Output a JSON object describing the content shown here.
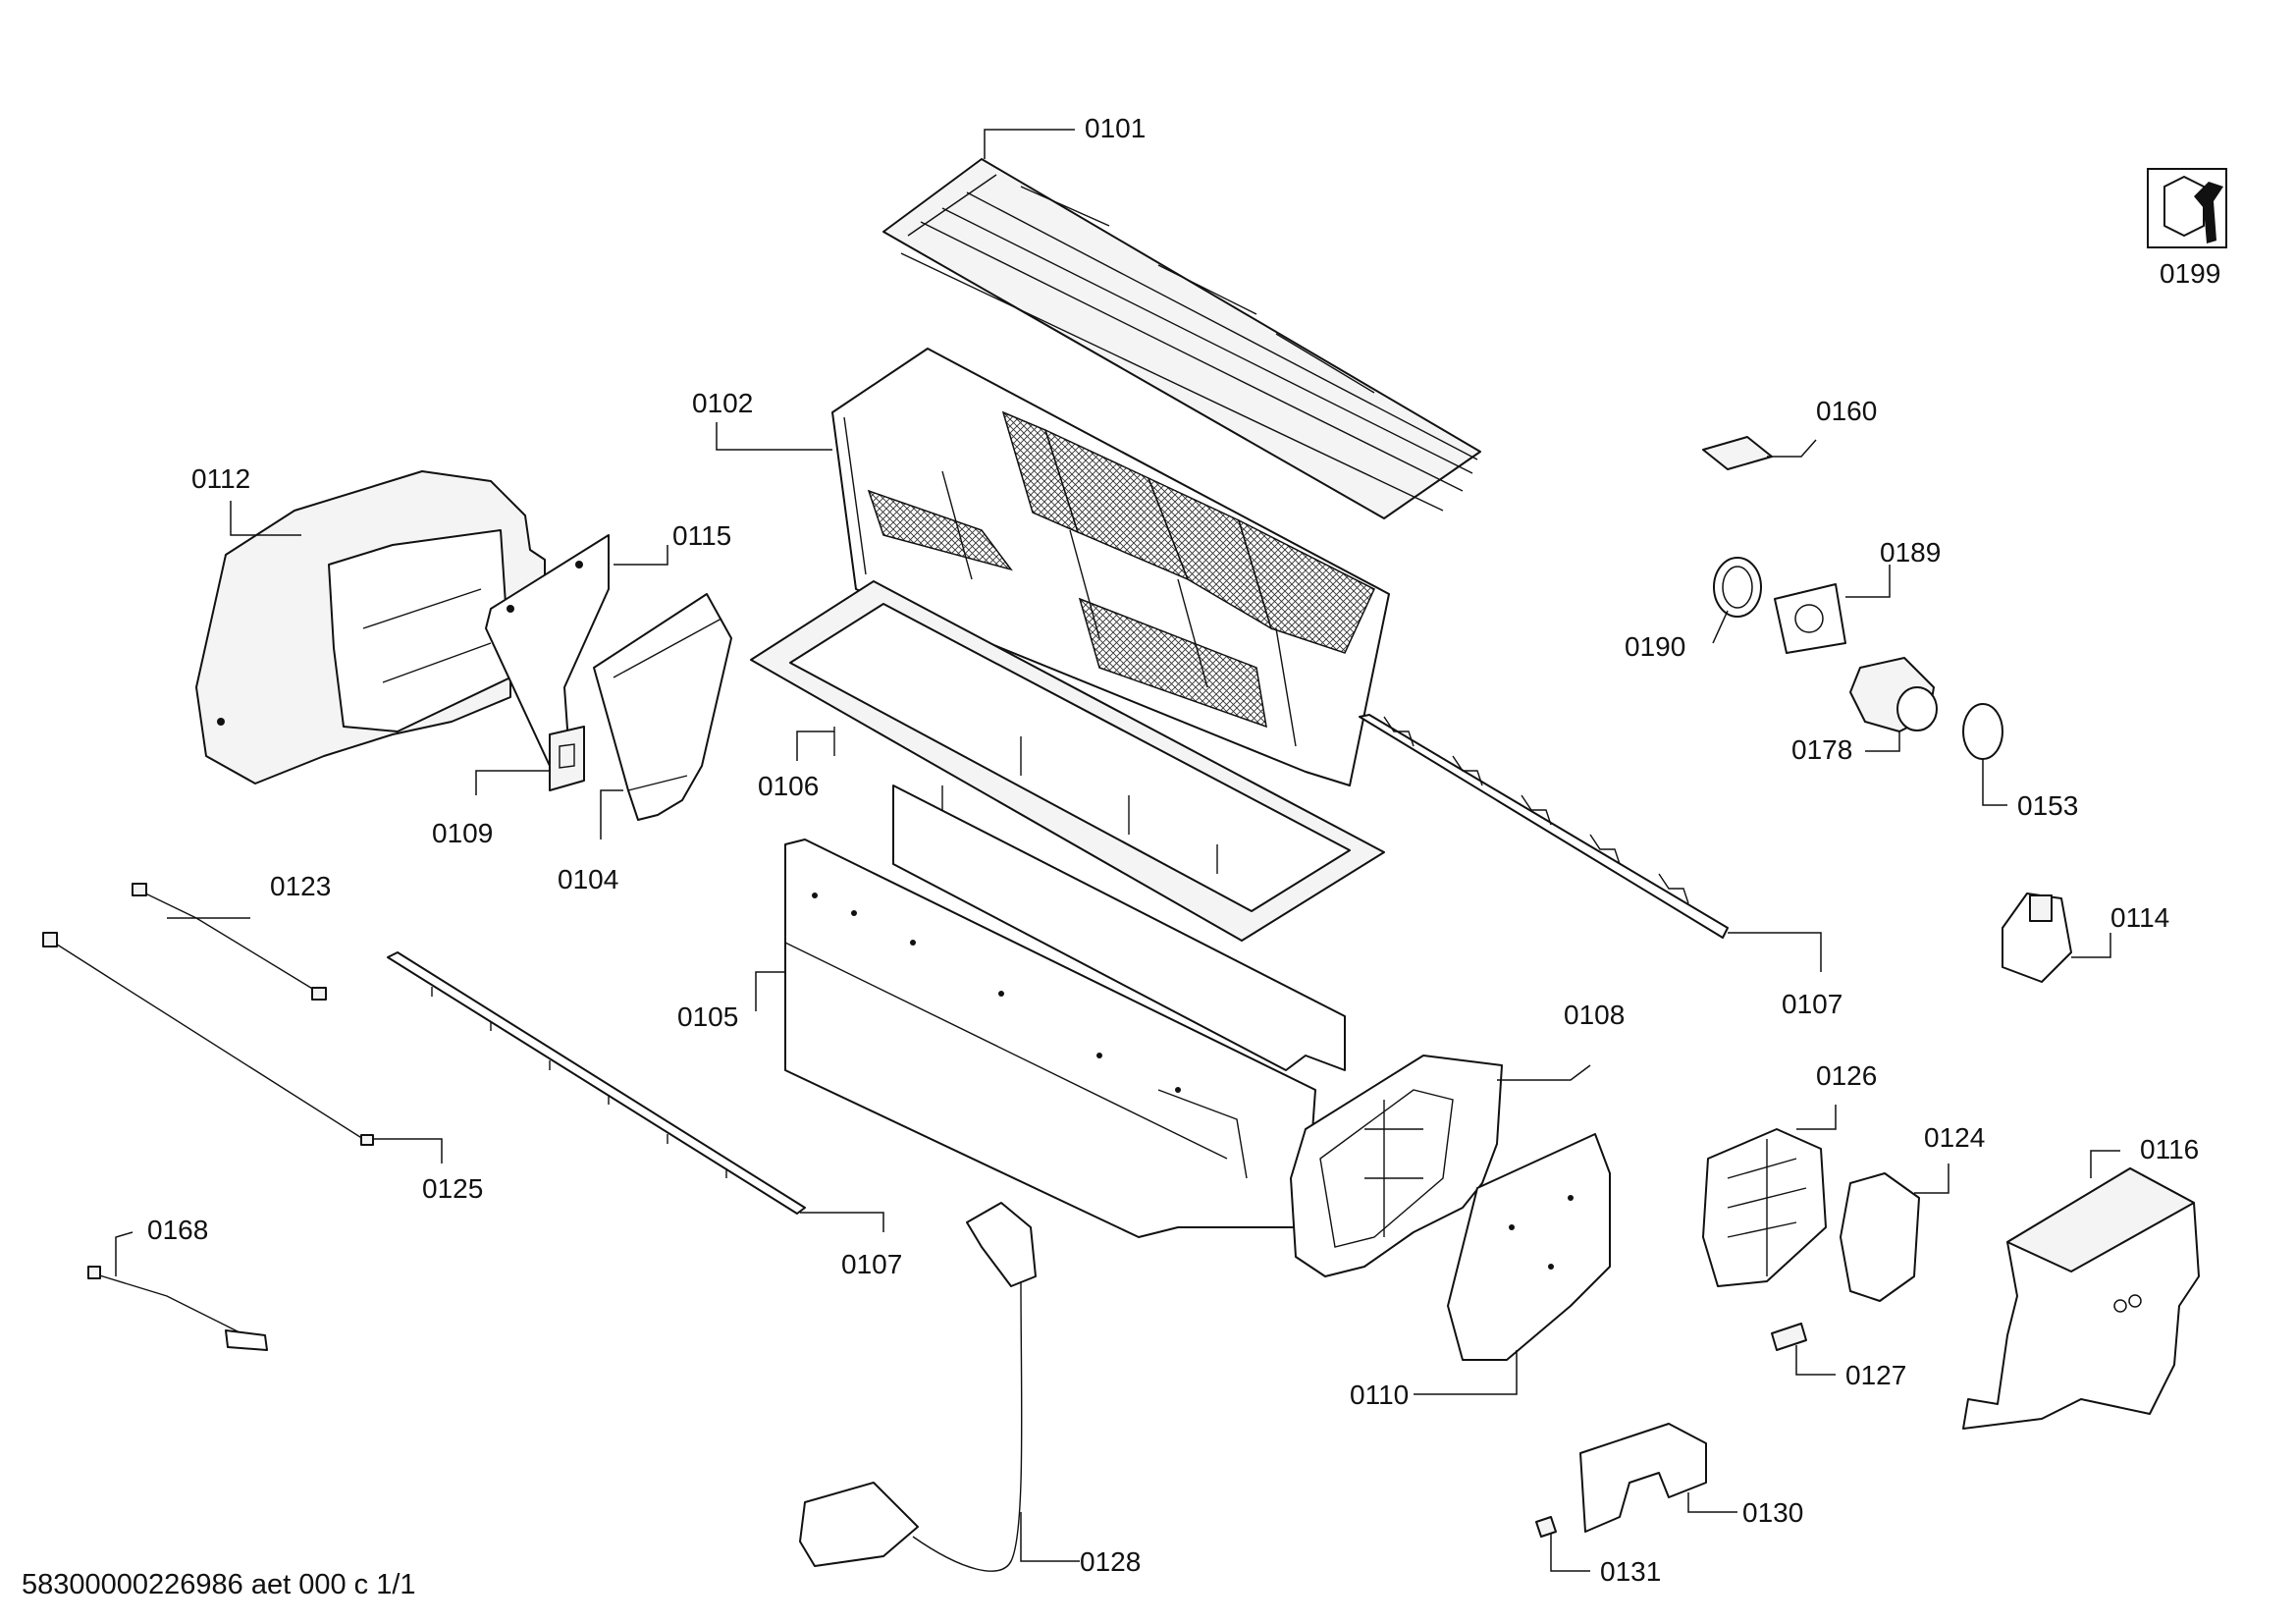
{
  "footer": {
    "text": "58300000226986 aet 000 c 1/1"
  },
  "parts": [
    "0101",
    "0102",
    "0104",
    "0105",
    "0106",
    "0107",
    "0107",
    "0108",
    "0109",
    "0110",
    "0112",
    "0114",
    "0115",
    "0116",
    "0123",
    "0124",
    "0125",
    "0126",
    "0127",
    "0128",
    "0130",
    "0131",
    "0153",
    "0160",
    "0168",
    "0178",
    "0189",
    "0190",
    "0199"
  ],
  "service_icon": "wrench-nut-icon"
}
